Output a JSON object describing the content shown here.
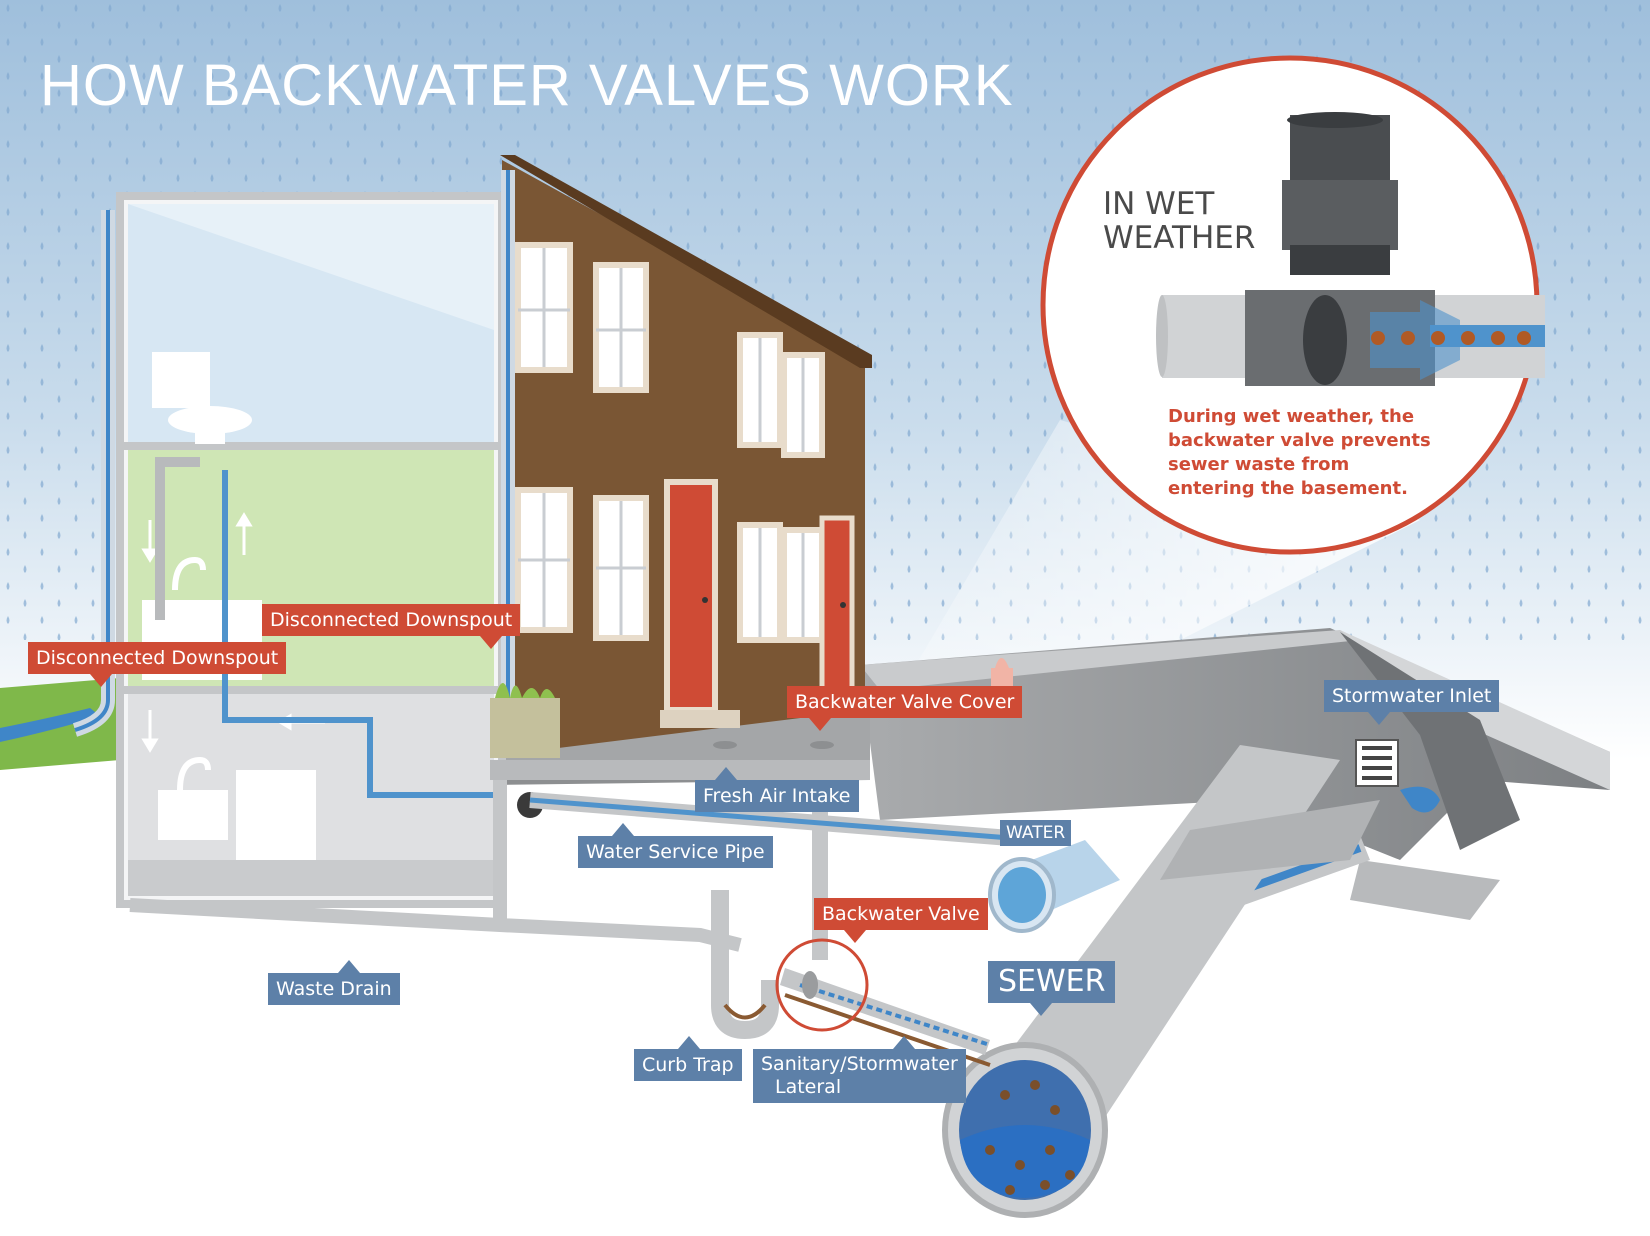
{
  "title": "HOW BACKWATER VALVES WORK",
  "inset": {
    "title": "IN WET WEATHER",
    "description": "During wet weather, the backwater valve prevents sewer waste from entering the basement."
  },
  "labels": {
    "downspout_left": "Disconnected Downspout",
    "downspout_right": "Disconnected Downspout",
    "valve_cover": "Backwater Valve Cover",
    "stormwater_inlet": "Stormwater Inlet",
    "fresh_air_intake": "Fresh Air Intake",
    "water_service_pipe": "Water Service Pipe",
    "water": "WATER",
    "backwater_valve": "Backwater Valve",
    "waste_drain": "Waste Drain",
    "sewer": "SEWER",
    "curb_trap": "Curb Trap",
    "lateral_line1": "Sanitary/Stormwater",
    "lateral_line2": "Lateral"
  },
  "colors": {
    "sky": "#a9c7e0",
    "brick": "#7a5634",
    "door": "#cf4b35",
    "accent_red": "#cf4b35",
    "label_blue": "#5d80a8",
    "water_blue": "#4f93cc",
    "pipe_gray": "#c4c6c8"
  }
}
